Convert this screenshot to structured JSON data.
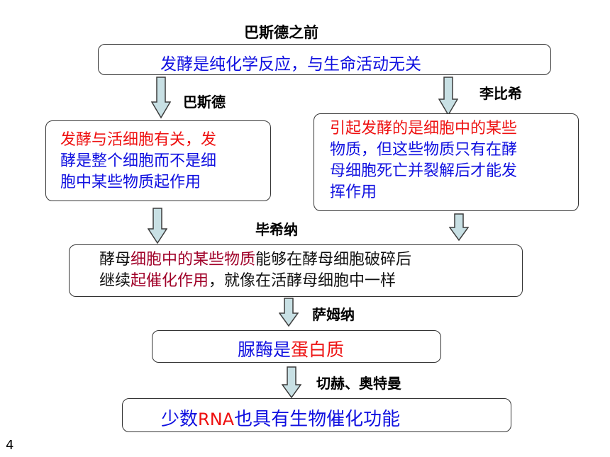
{
  "title": "巴斯德之前",
  "top_box": {
    "text": "发酵是纯化学反应，与生命活动无关"
  },
  "left_label": "巴斯德",
  "right_label": "李比希",
  "left_box": {
    "line1_a": "发酵与活细胞有关，发",
    "line2_a": "酵是整个细胞而不是细",
    "line3_a": "胞中某些物质起作用"
  },
  "right_box": {
    "line1": "引起发酵的是细胞中的某些",
    "line2": "物质，但这些物质只有在酵",
    "line3": "母细胞死亡并裂解后才能发",
    "line4": "挥作用"
  },
  "mid_label": "毕希纳",
  "mid_box": {
    "p1": "酵母",
    "p2": "细胞中的某些物质",
    "p3": "能够在酵母细胞破碎后",
    "p4": "继续",
    "p5": "起催化作用",
    "p6": "，就像在活酵母细胞中一样"
  },
  "label4": "萨姆纳",
  "box4": {
    "p1": "脲酶是",
    "p2": "蛋白质"
  },
  "label5": "切赫、奥特曼",
  "box5": {
    "p1": "少数",
    "p2": "RNA",
    "p3": "也具有生物催化功能"
  },
  "page_number": "4",
  "colors": {
    "blue": "#1010e0",
    "red": "#ee1111",
    "dark_red": "#a00028",
    "arrow_fill": "#c8e0e4",
    "arrow_stroke": "#3c3c3c"
  }
}
